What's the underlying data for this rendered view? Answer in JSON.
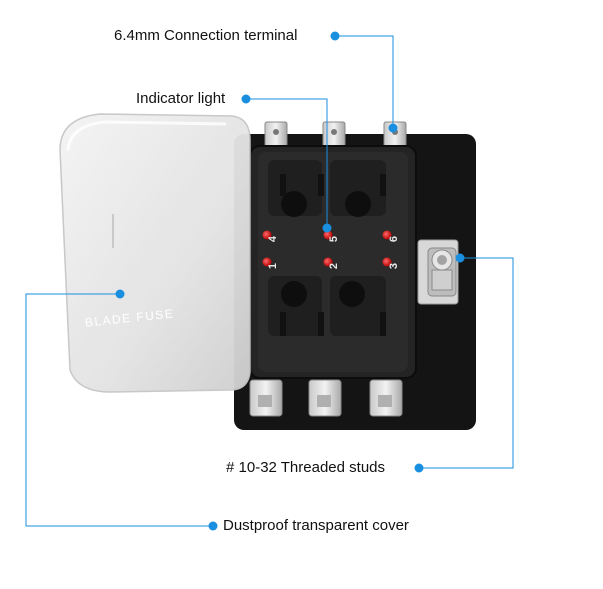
{
  "callouts": {
    "connection_terminal": "6.4mm Connection terminal",
    "indicator_light": "Indicator light",
    "threaded_studs": "# 10-32 Threaded studs",
    "dustproof_cover": "Dustproof transparent cover"
  },
  "cover_text": "BLADE FUSE",
  "slot_numbers": [
    "1",
    "2",
    "3",
    "4",
    "5",
    "6"
  ],
  "colors": {
    "callout_blue": "#1a8fe0",
    "indicator_red": "#d91414",
    "housing_black": "#1c1c1c"
  }
}
